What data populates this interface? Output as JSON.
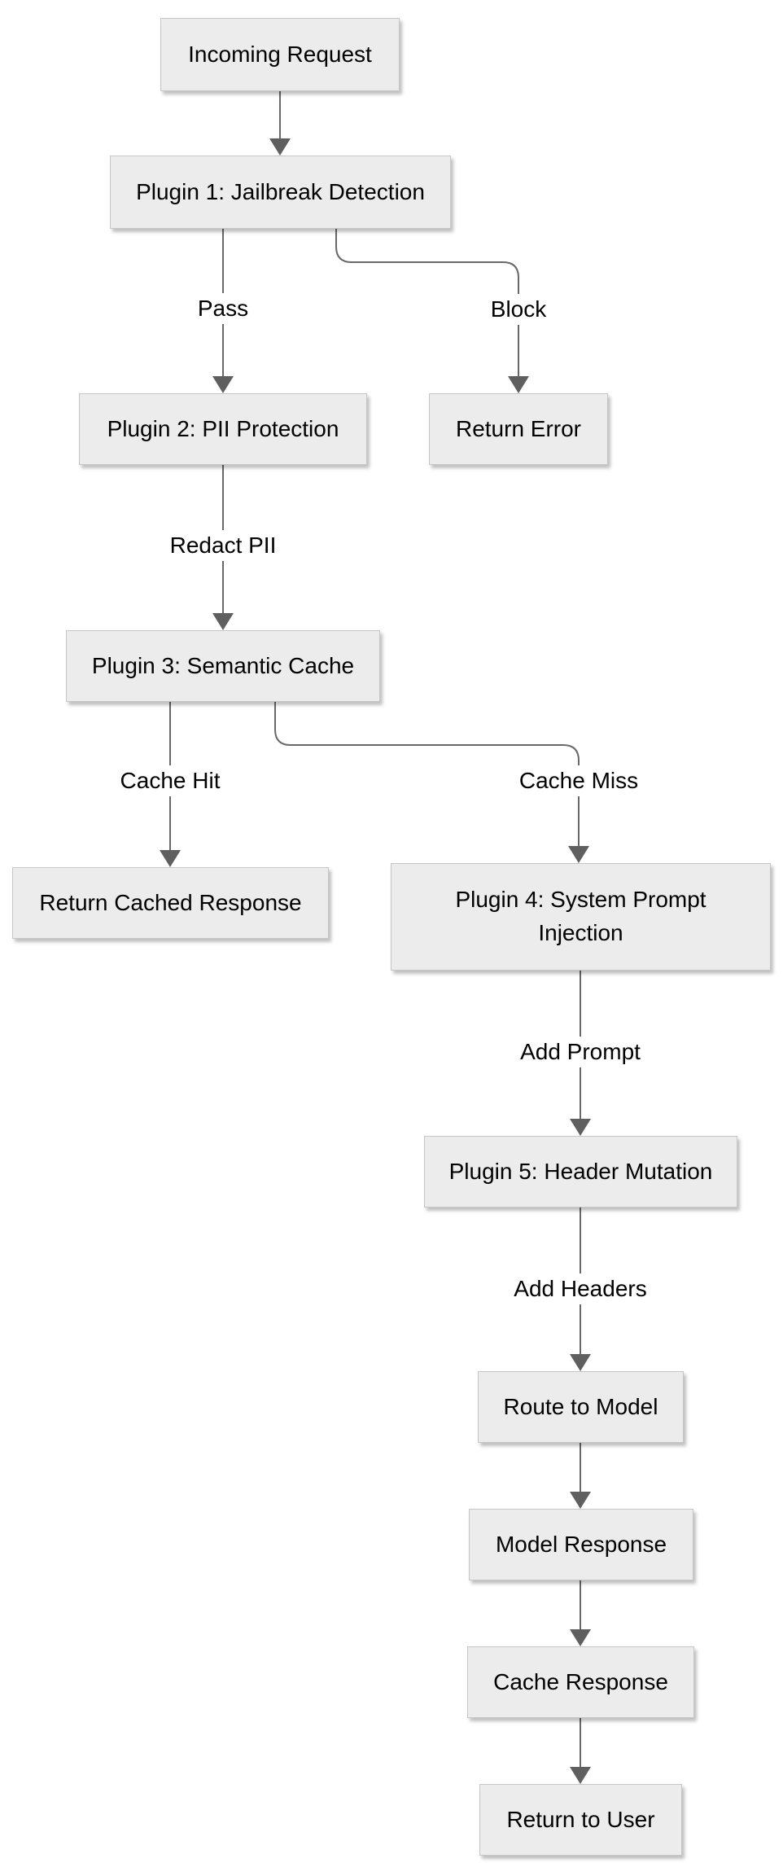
{
  "diagram": {
    "type": "flowchart",
    "direction": "top-down",
    "colors": {
      "background": "#ffffff",
      "node_fill": "#ececec",
      "node_border": "#c6c6c6",
      "edge_line": "#686868",
      "arrowhead": "#5f5f5f",
      "text": "#000000",
      "edge_label_background": "#ffffff"
    },
    "nodes": [
      {
        "id": "incoming-request",
        "label": "Incoming Request"
      },
      {
        "id": "plugin-1",
        "label": "Plugin 1: Jailbreak Detection"
      },
      {
        "id": "plugin-2",
        "label": "Plugin 2: PII Protection"
      },
      {
        "id": "return-error",
        "label": "Return Error"
      },
      {
        "id": "plugin-3",
        "label": "Plugin 3: Semantic Cache"
      },
      {
        "id": "return-cached-response",
        "label": "Return Cached Response"
      },
      {
        "id": "plugin-4",
        "label": "Plugin 4: System Prompt Injection"
      },
      {
        "id": "plugin-5",
        "label": "Plugin 5: Header Mutation"
      },
      {
        "id": "route-to-model",
        "label": "Route to Model"
      },
      {
        "id": "model-response",
        "label": "Model Response"
      },
      {
        "id": "cache-response",
        "label": "Cache Response"
      },
      {
        "id": "return-to-user",
        "label": "Return to User"
      }
    ],
    "edge_labels": [
      {
        "edge": "plugin-1 -> plugin-2",
        "label": "Pass"
      },
      {
        "edge": "plugin-1 -> return-error",
        "label": "Block"
      },
      {
        "edge": "plugin-2 -> plugin-3",
        "label": "Redact PII"
      },
      {
        "edge": "plugin-3 -> return-cached-response",
        "label": "Cache Hit"
      },
      {
        "edge": "plugin-3 -> plugin-4",
        "label": "Cache Miss"
      },
      {
        "edge": "plugin-4 -> plugin-5",
        "label": "Add Prompt"
      },
      {
        "edge": "plugin-5 -> route-to-model",
        "label": "Add Headers"
      }
    ],
    "edges": [
      {
        "from": "incoming-request",
        "to": "plugin-1",
        "label": ""
      },
      {
        "from": "plugin-1",
        "to": "plugin-2",
        "label": "Pass"
      },
      {
        "from": "plugin-1",
        "to": "return-error",
        "label": "Block"
      },
      {
        "from": "plugin-2",
        "to": "plugin-3",
        "label": "Redact PII"
      },
      {
        "from": "plugin-3",
        "to": "return-cached-response",
        "label": "Cache Hit"
      },
      {
        "from": "plugin-3",
        "to": "plugin-4",
        "label": "Cache Miss"
      },
      {
        "from": "plugin-4",
        "to": "plugin-5",
        "label": "Add Prompt"
      },
      {
        "from": "plugin-5",
        "to": "route-to-model",
        "label": "Add Headers"
      },
      {
        "from": "route-to-model",
        "to": "model-response",
        "label": ""
      },
      {
        "from": "model-response",
        "to": "cache-response",
        "label": ""
      },
      {
        "from": "cache-response",
        "to": "return-to-user",
        "label": ""
      }
    ]
  }
}
